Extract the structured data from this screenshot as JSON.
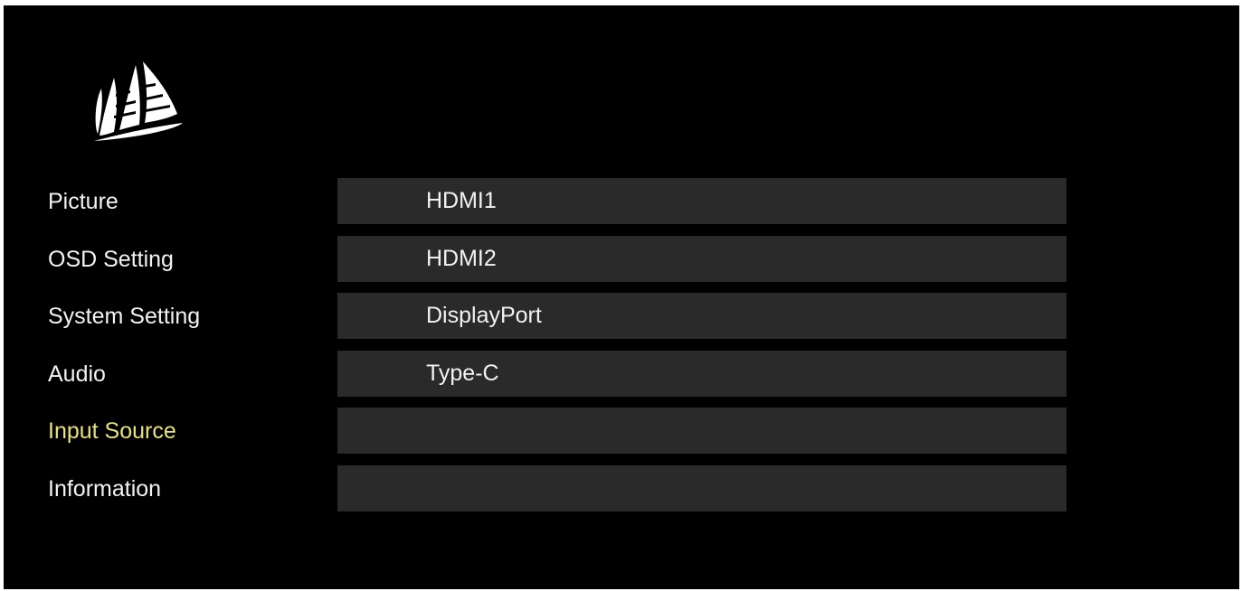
{
  "osd": {
    "brand_icon": "corsair-sails-logo",
    "accent_color": "#e6e37e",
    "row_color": "#2a2a2a",
    "menu": [
      {
        "label": "Picture",
        "active": false
      },
      {
        "label": "OSD Setting",
        "active": false
      },
      {
        "label": "System Setting",
        "active": false
      },
      {
        "label": "Audio",
        "active": false
      },
      {
        "label": "Input Source",
        "active": true
      },
      {
        "label": "Information",
        "active": false
      }
    ],
    "options": [
      {
        "label": "HDMI1"
      },
      {
        "label": "HDMI2"
      },
      {
        "label": "DisplayPort"
      },
      {
        "label": "Type-C"
      },
      {
        "label": ""
      },
      {
        "label": ""
      }
    ]
  }
}
